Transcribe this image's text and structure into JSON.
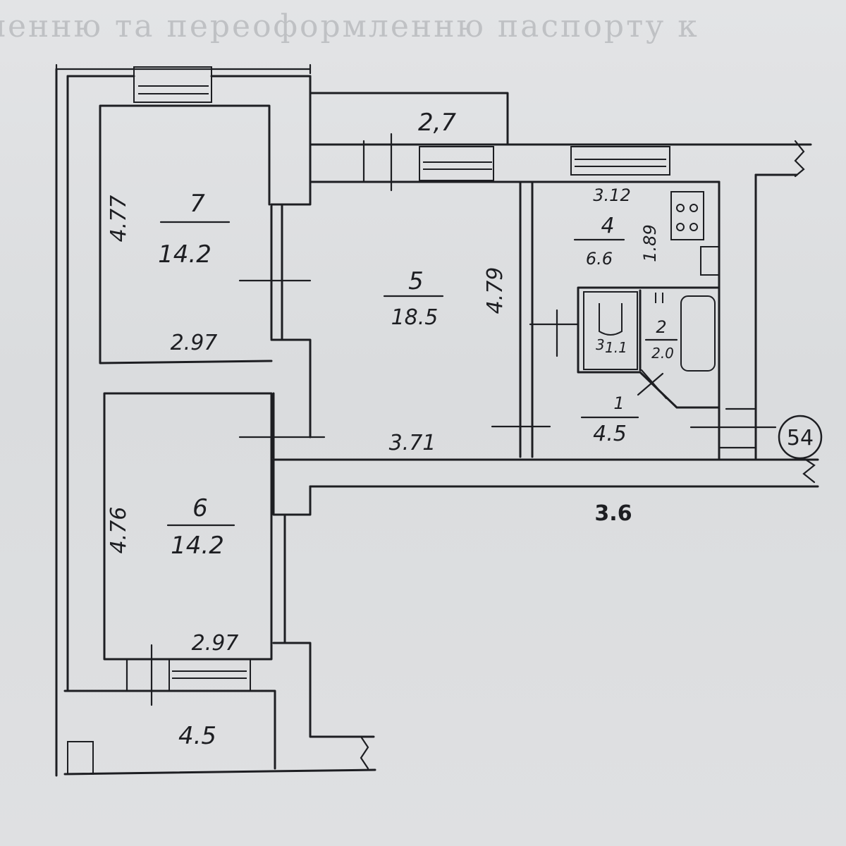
{
  "header": {
    "text": "ленню та переоформленню паспорту к"
  },
  "plan": {
    "apartment_number": "54",
    "rooms": [
      {
        "id": "7",
        "number": "7",
        "area": "14.2",
        "length": "4.77",
        "width": "2.97"
      },
      {
        "id": "5",
        "number": "5",
        "area": "18.5",
        "length": "4.79",
        "width": "3.71"
      },
      {
        "id": "4",
        "number": "4",
        "area": "6.6",
        "length": "1.89",
        "width": "3.12"
      },
      {
        "id": "6",
        "number": "6",
        "area": "14.2",
        "length": "4.76",
        "width": "2.97"
      },
      {
        "id": "3",
        "number": "3",
        "area": "1.1"
      },
      {
        "id": "2",
        "number": "2",
        "area": "2.0"
      },
      {
        "id": "1",
        "number": "1",
        "area": "4.5"
      }
    ],
    "balcony_area": "4.5",
    "dimensions": {
      "top_segment": "2,7",
      "corridor_length": "3.6"
    }
  }
}
